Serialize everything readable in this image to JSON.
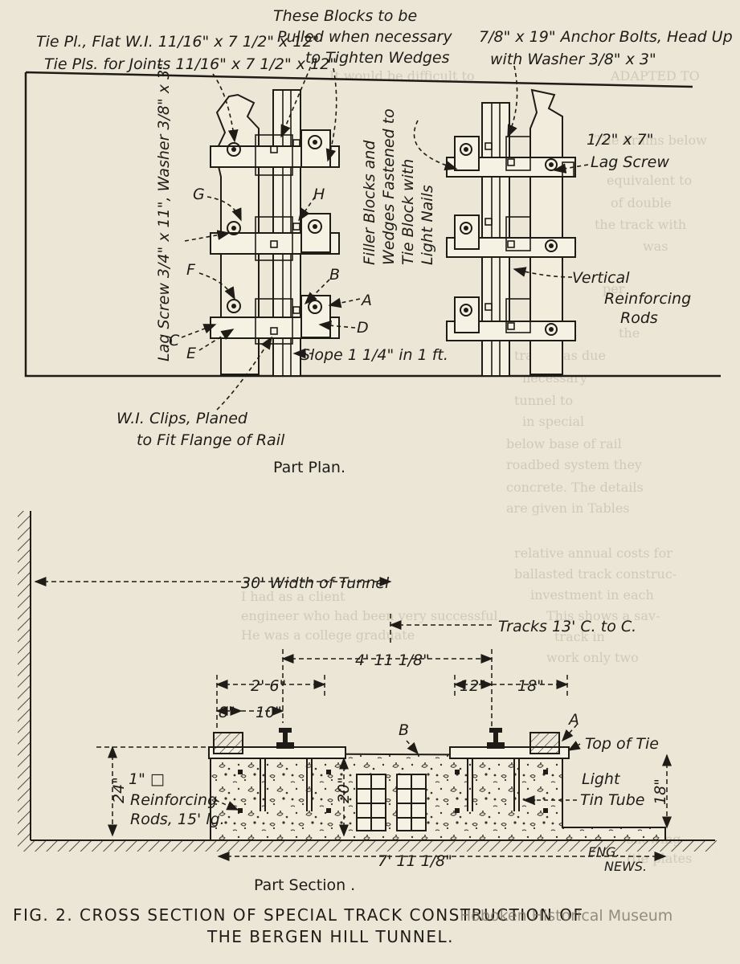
{
  "plan": {
    "callouts": {
      "tie_plate": "Tie Pl., Flat W.I. 11/16\" x 7 1/2\" x 12\"",
      "tie_plates_joints": "Tie Pls. for Joints 11/16\" x 7 1/2\" x 12\"",
      "blocks_line1": "These Blocks to be",
      "blocks_line2": "Pulled when necessary",
      "blocks_line3": "to Tighten Wedges",
      "anchor_line1": "7/8\" x 19\" Anchor Bolts, Head Up",
      "anchor_line2": "with Washer 3/8\" x 3\"",
      "lag_screw_size": "1/2\" x 7\"",
      "lag_screw": "Lag Screw",
      "vertical_line1": "Vertical",
      "vertical_line2": "Reinforcing",
      "vertical_line3": "Rods",
      "filler_line1": "Filler Blocks and",
      "filler_line2": "Wedges Fastened to",
      "filler_line3": "Tie Block with",
      "filler_line4": "Light Nails",
      "lag_left": "Lag Screw 3/4\" x 11\", Washer 3/8\" x 3\"",
      "slope": "Slope 1 1/4\" in 1 ft.",
      "clips_line1": "W.I. Clips, Planed",
      "clips_line2": "to Fit Flange of Rail"
    },
    "letters": {
      "g": "G",
      "h": "H",
      "f": "F",
      "b": "B",
      "a": "A",
      "c": "C",
      "d": "D",
      "e": "E"
    },
    "title": "Part Plan."
  },
  "section": {
    "width_of_tunnel": "30' Width of Tunnel",
    "tracks": "Tracks 13' C. to C.",
    "dim_4_11": "4' 11 1/8\"",
    "dim_2_6": "2' 6\"",
    "dim_12": "12\"",
    "dim_18_top": "18\"",
    "dim_8": "8\"",
    "dim_10": "10\"",
    "dim_24": "24\"",
    "dim_20": "20\"",
    "dim_18_side": "18\"",
    "dim_7_11": "7' 11 1/8\"",
    "letter_a": "A",
    "letter_b": "B",
    "top_of_tie": "Top of Tie",
    "light": "Light",
    "tin_tube": "Tin Tube",
    "reinf_line1": "1\" □",
    "reinf_line2": "Reinforcing",
    "reinf_line3": "Rods, 15' lg.",
    "credit_line1": "ENG.",
    "credit_line2": "NEWS.",
    "title": "Part  Section ."
  },
  "caption": {
    "line1": "FIG. 2.  CROSS SECTION OF SPECIAL TRACK CONSTRUCTION OF",
    "line2": "THE BERGEN HILL TUNNEL."
  },
  "watermark": "Hoboken Historical Museum",
  "bleed_through": {
    "l1": "It would be difficult to",
    "l2": "ADAPTED TO",
    "l3": "The drains below",
    "l4": "equivalent to",
    "l5": "of double",
    "l6": "the track with",
    "l7": "was",
    "l8": "per",
    "l9": "the",
    "l10": "track was due",
    "l11": "necessary",
    "l12": "tunnel to",
    "l13": "in special",
    "l14": "below base of rail",
    "l15": "roadbed system they",
    "l16": "concrete. The details",
    "l17": "are given in Tables",
    "l18": "relative annual costs for",
    "l19": "ballasted track construc-",
    "l20": "investment in each",
    "l21": "This shows a sav-",
    "l22": "track in",
    "l23": "work only two",
    "l24": "I had as a client",
    "l25": "engineer who had been very successful",
    "l26": "He was a college graduate",
    "l27": "showing",
    "l28": "(tie plates"
  }
}
